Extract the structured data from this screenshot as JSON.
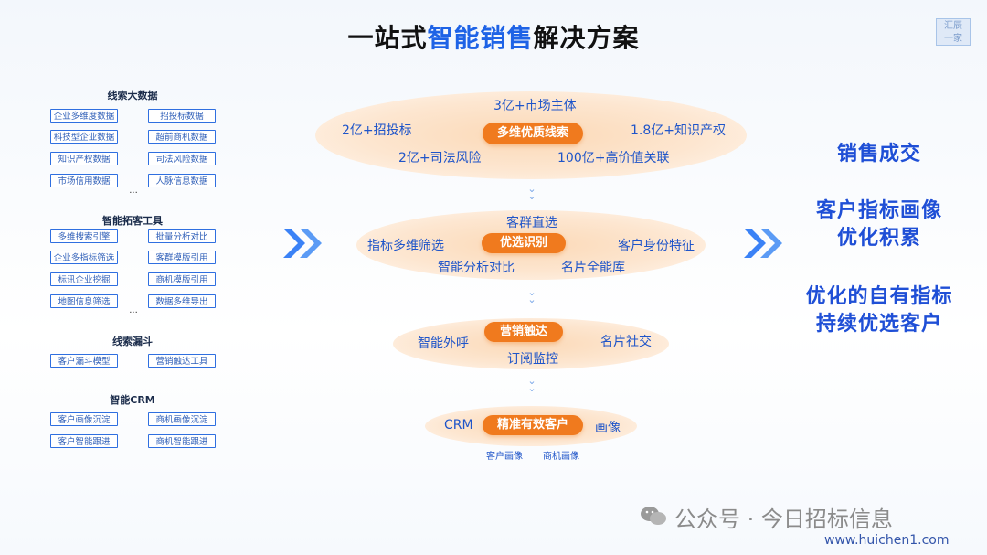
{
  "title": {
    "prefix": "一站式",
    "highlight": "智能销售",
    "suffix": "解决方案"
  },
  "logo": {
    "line1": "汇辰",
    "line2": "一家"
  },
  "left_groups": [
    {
      "title": "线索大数据",
      "tags": [
        "企业多维度数据",
        "招投标数据",
        "科技型企业数据",
        "超前商机数据",
        "知识产权数据",
        "司法风险数据",
        "市场信用数据",
        "人脉信息数据"
      ],
      "more": "..."
    },
    {
      "title": "智能拓客工具",
      "tags": [
        "多维搜索引擎",
        "批量分析对比",
        "企业多指标筛选",
        "客群模版引用",
        "标讯企业挖掘",
        "商机模版引用",
        "地图信息筛选",
        "数据多维导出"
      ],
      "more": "..."
    },
    {
      "title": "线索漏斗",
      "tags": [
        "客户漏斗模型",
        "营销触达工具"
      ],
      "more": ""
    },
    {
      "title": "智能CRM",
      "tags": [
        "客户画像沉淀",
        "商机画像沉淀",
        "客户智能跟进",
        "商机智能跟进"
      ],
      "more": ""
    }
  ],
  "funnel": {
    "level1": {
      "center": "多维优质线索",
      "top": "3亿+市场主体",
      "left": "2亿+招投标",
      "right": "1.8亿+知识产权",
      "bottom_left": "2亿+司法风险",
      "bottom_right": "100亿+高价值关联"
    },
    "level2": {
      "center": "优选识别",
      "top": "客群直选",
      "left": "指标多维筛选",
      "right": "客户身份特征",
      "bottom_left": "智能分析对比",
      "bottom_right": "名片全能库"
    },
    "level3": {
      "center": "营销触达",
      "left": "智能外呼",
      "right": "名片社交",
      "bottom": "订阅监控"
    },
    "level4": {
      "center": "精准有效客户",
      "left": "CRM",
      "right": "画像",
      "bottom_left": "客户画像",
      "bottom_right": "商机画像"
    }
  },
  "right_results": [
    {
      "line1": "销售成交",
      "line2": ""
    },
    {
      "line1": "客户指标画像",
      "line2": "优化积累"
    },
    {
      "line1": "优化的自有指标",
      "line2": "持续优选客户"
    }
  ],
  "footer": {
    "wechat": "公众号 · 今日招标信息",
    "url": "www.huichen1.com"
  },
  "colors": {
    "accent_blue": "#1e63e6",
    "pill_orange": "#f07a1e",
    "ellipse_peach": "#fbd9b7",
    "tag_border": "#2f6fe0"
  }
}
